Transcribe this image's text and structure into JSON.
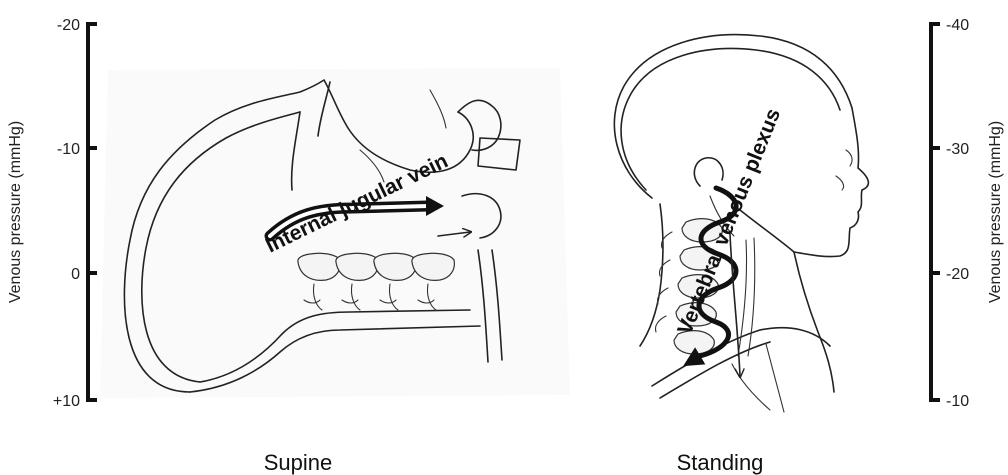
{
  "left_axis": {
    "title": "Venous pressure (mmHg)",
    "ticks": [
      "-20",
      "-10",
      "0",
      "+10"
    ]
  },
  "right_axis": {
    "title": "Venous pressure (mmHg)",
    "ticks": [
      "-40",
      "-30",
      "-20",
      "-10"
    ]
  },
  "panels": {
    "supine": {
      "caption": "Supine",
      "vessel_label": "Internal jugular vein"
    },
    "standing": {
      "caption": "Standing",
      "vessel_label": "Vertebral venous plexus"
    }
  },
  "colors": {
    "ink": "#111111",
    "background": "#ffffff"
  }
}
